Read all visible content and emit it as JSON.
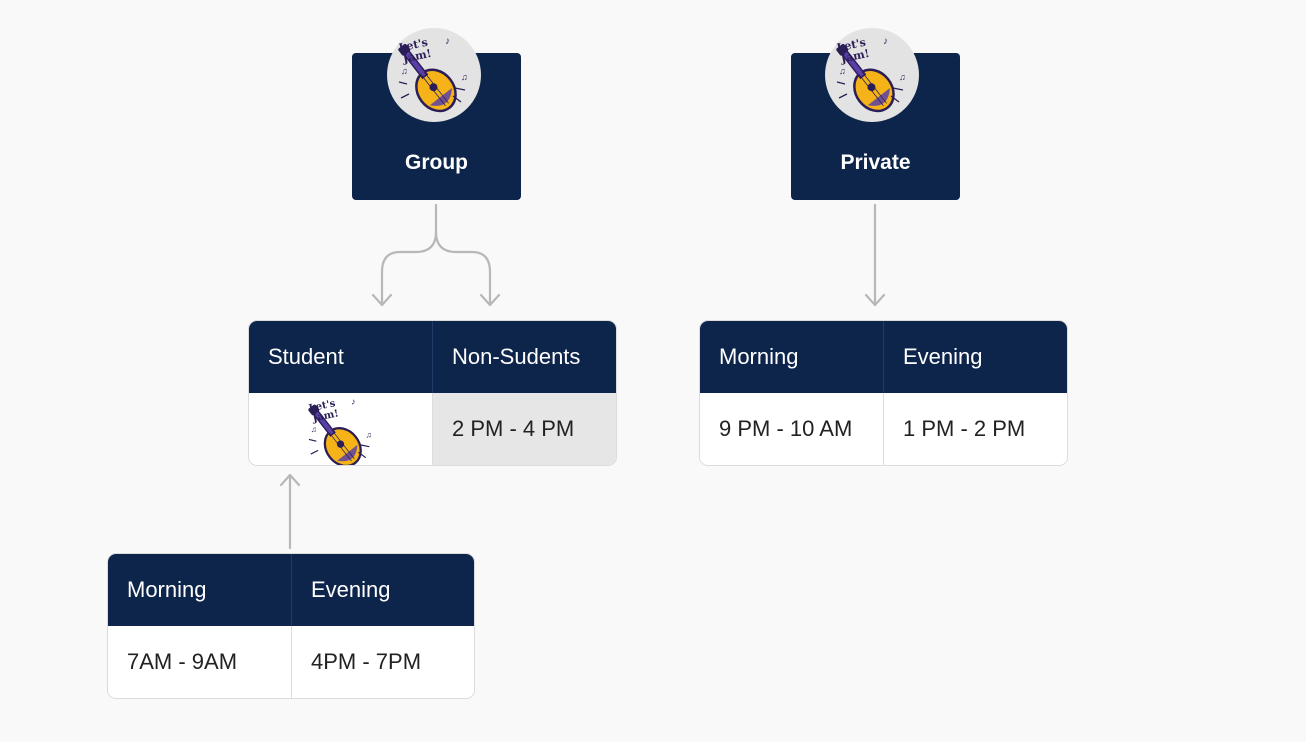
{
  "nodes": {
    "group": {
      "label": "Group"
    },
    "private": {
      "label": "Private"
    }
  },
  "sticker": {
    "text_line1": "Let's",
    "text_line2": "Jam!",
    "colors": {
      "body": "#f5b317",
      "outline": "#2b1e57",
      "accent": "#5b3fa8"
    }
  },
  "tables": {
    "group_types": {
      "headers": [
        "Student",
        "Non-Sudents"
      ],
      "cells": [
        "",
        "2 PM - 4 PM"
      ]
    },
    "private_times": {
      "headers": [
        "Morning",
        "Evening"
      ],
      "cells": [
        "9 PM - 10 AM",
        "1 PM - 2 PM"
      ]
    },
    "student_times": {
      "headers": [
        "Morning",
        "Evening"
      ],
      "cells": [
        "7AM - 9AM",
        "4PM - 7PM"
      ]
    }
  },
  "colors": {
    "navy": "#0e254b",
    "connector": "#b5b5b5",
    "background": "#f9f9f9"
  }
}
